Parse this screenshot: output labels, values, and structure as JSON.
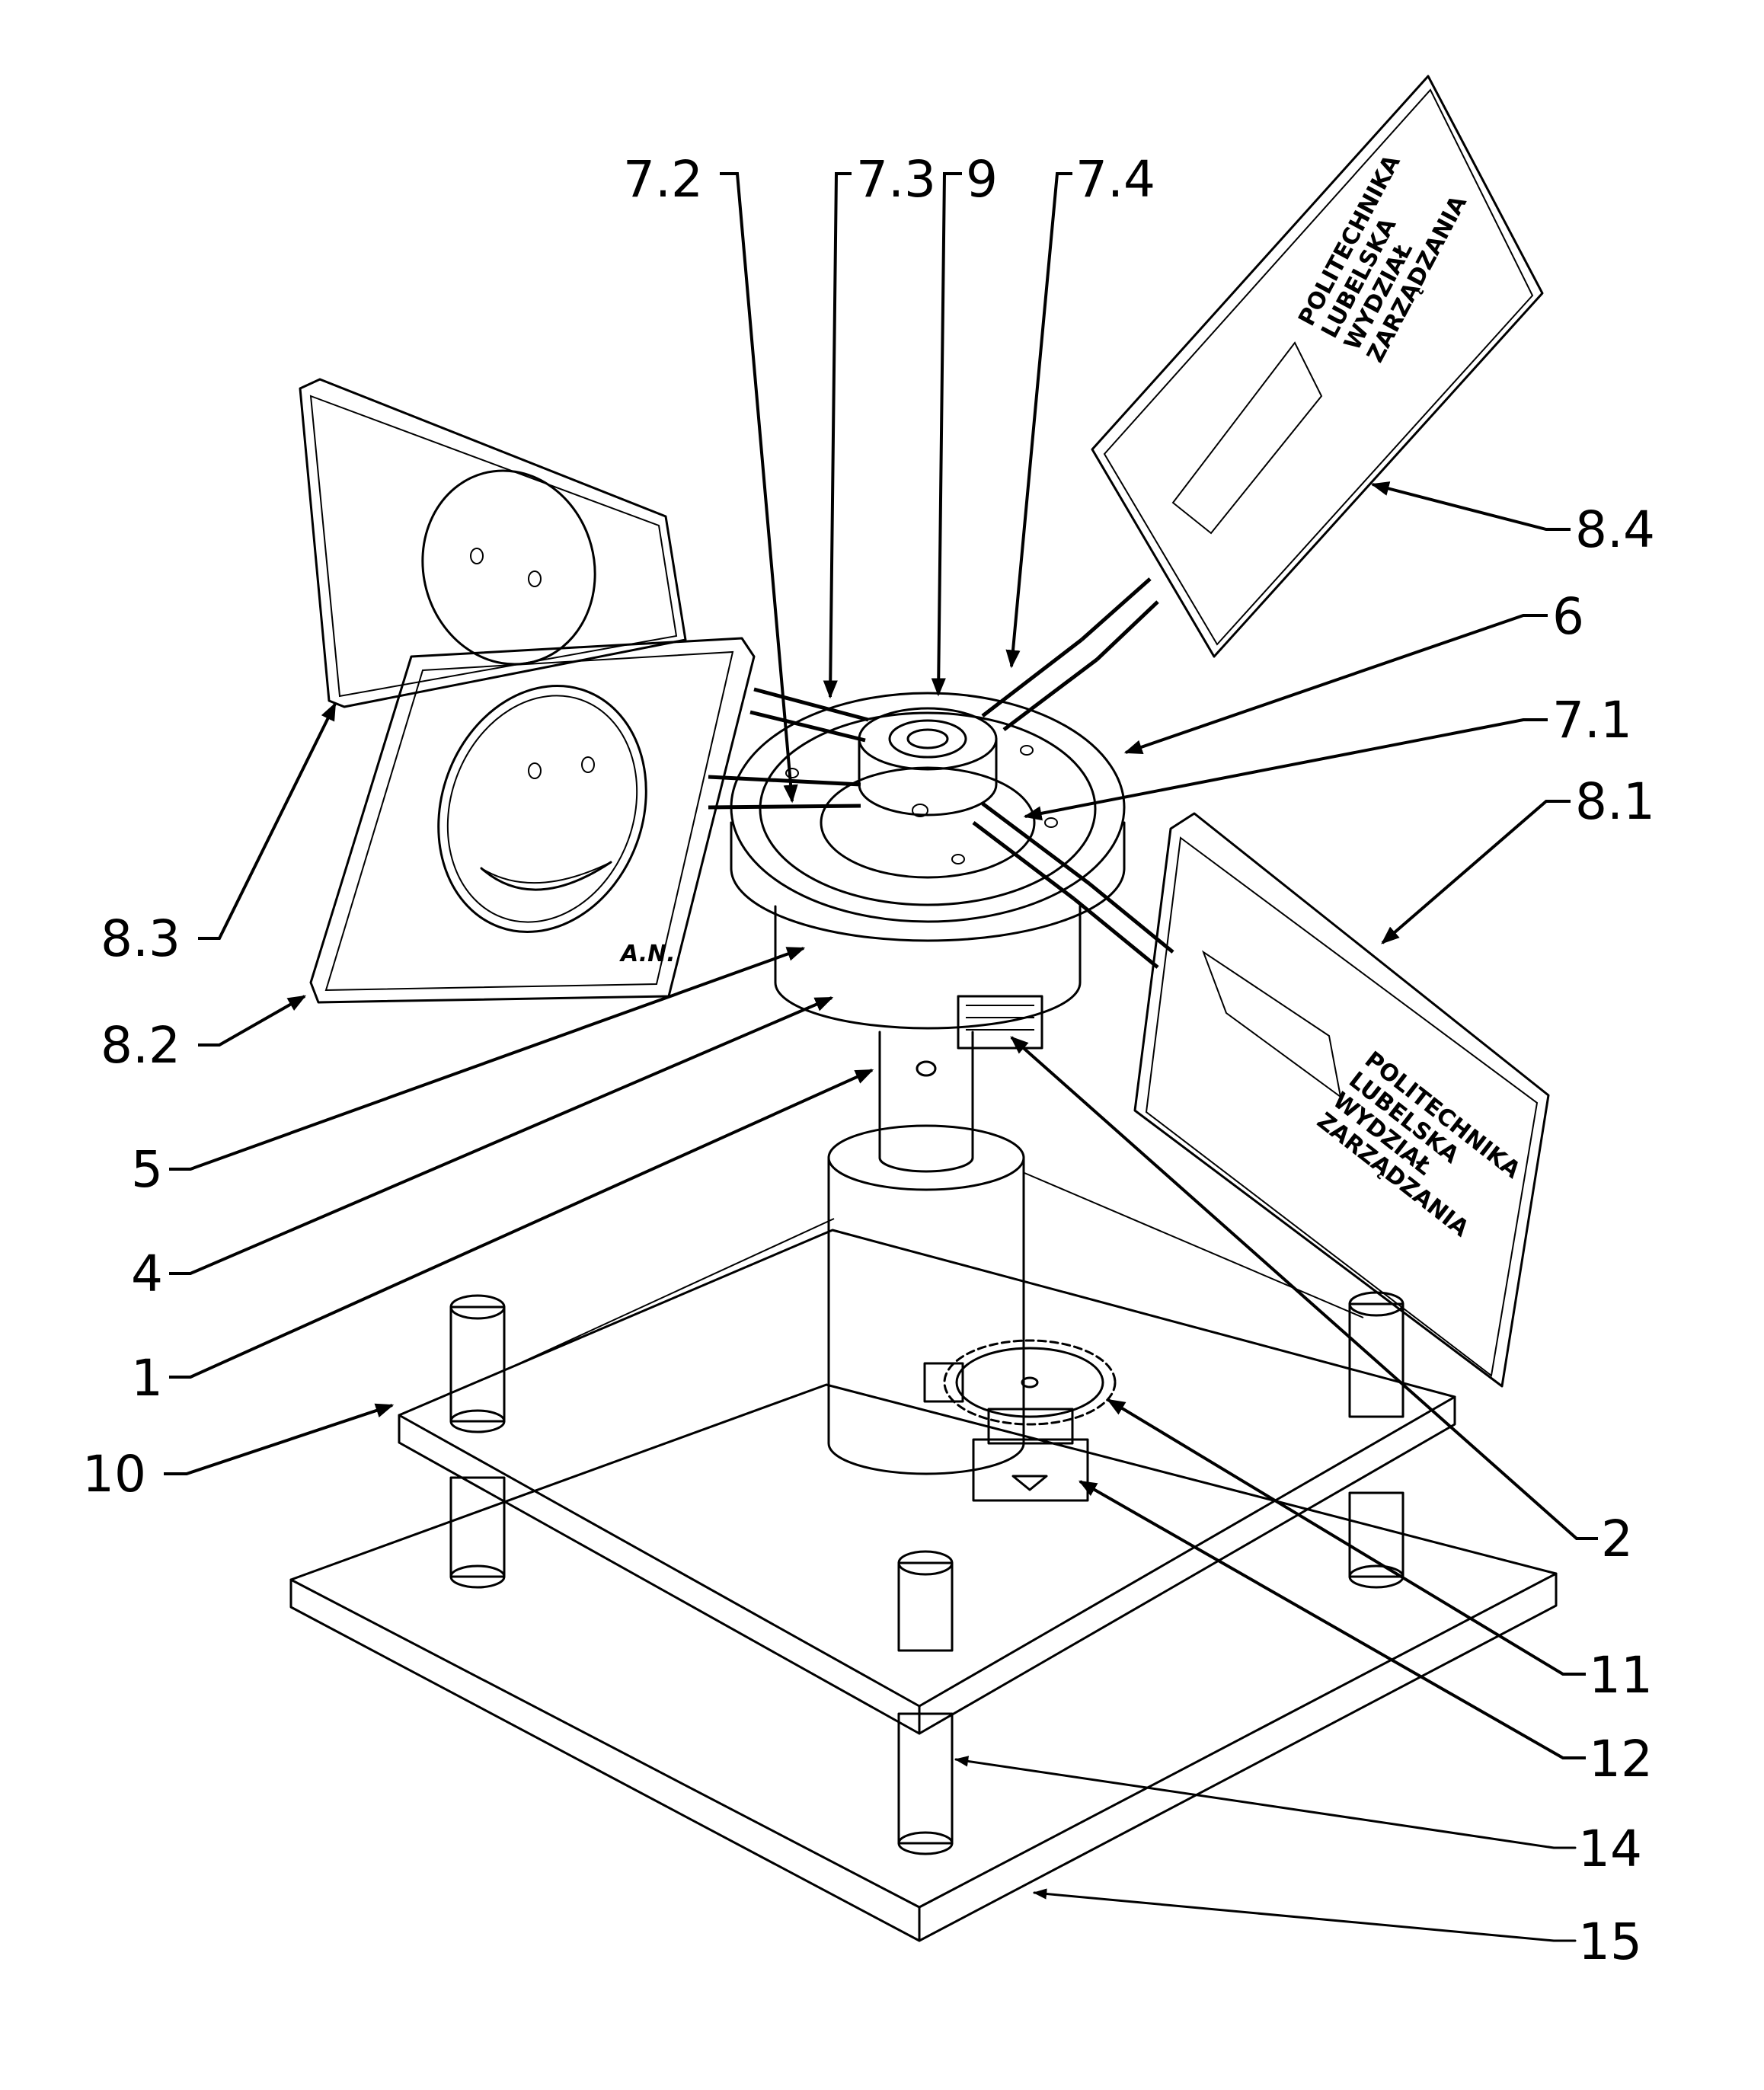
{
  "labels": {
    "l_7_2": "7.2",
    "l_7_3": "7.3",
    "l_9": "9",
    "l_7_4": "7.4",
    "l_8_4": "8.4",
    "l_6": "6",
    "l_7_1": "7.1",
    "l_8_1": "8.1",
    "l_8_3": "8.3",
    "l_8_2": "8.2",
    "l_5": "5",
    "l_4": "4",
    "l_1": "1",
    "l_10": "10",
    "l_2": "2",
    "l_11": "11",
    "l_12": "12",
    "l_14": "14",
    "l_15": "15"
  },
  "plate_text": {
    "line1": "POLITECHNIKA",
    "line2": "LUBELSKA",
    "line3": "WYDZIAŁ",
    "line4": "ZARZĄDZANIA"
  },
  "signature": "A.N."
}
